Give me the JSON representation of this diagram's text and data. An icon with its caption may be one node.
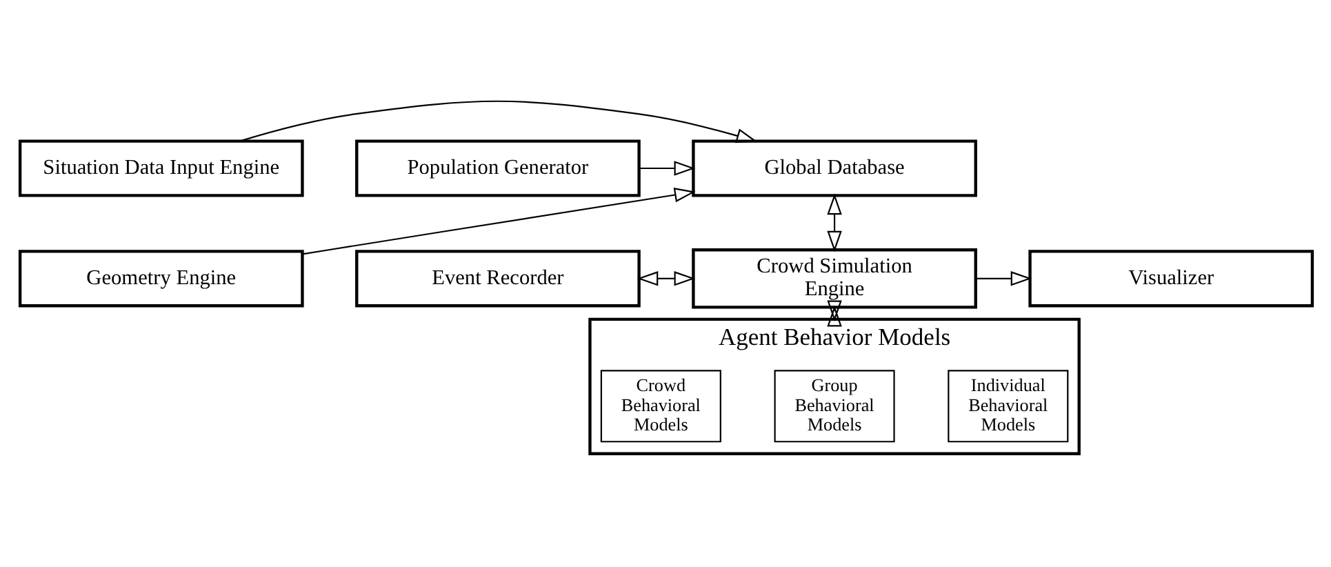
{
  "diagram": {
    "nodes": [
      {
        "text": [
          "Situation Data Input Engine"
        ]
      },
      {
        "text": [
          "Geometry Engine"
        ]
      },
      {
        "text": [
          "Global Database"
        ]
      },
      {
        "text": [
          "Population Generator"
        ]
      },
      {
        "text": [
          "Event Recorder"
        ]
      },
      {
        "text": [
          "Crowd Simulation Engine"
        ]
      },
      {
        "text": [
          "Visualizer"
        ]
      },
      {
        "text": [
          "Agent Behavior Models"
        ]
      },
      {
        "text": [
          "Individual Behavioral Models"
        ],
        "in": 7
      },
      {
        "text": [
          "Group Behavioral Models"
        ],
        "in": 7
      },
      {
        "text": [
          "Crowd Behavioral Models"
        ],
        "in": 7
      }
    ],
    "edges": [
      {
        "from": 0,
        "to": 2,
        "arrow": "to"
      },
      {
        "from": 1,
        "to": 2,
        "arrow": "to"
      },
      {
        "from": 3,
        "to": 2,
        "arrow": "to"
      },
      {
        "from": 2,
        "to": 5,
        "arrow": "both"
      },
      {
        "from": 4,
        "to": 5,
        "arrow": "both"
      },
      {
        "from": 5,
        "to": 6,
        "arrow": "to"
      },
      {
        "from": 5,
        "to": 7,
        "arrow": "both"
      }
    ]
  }
}
